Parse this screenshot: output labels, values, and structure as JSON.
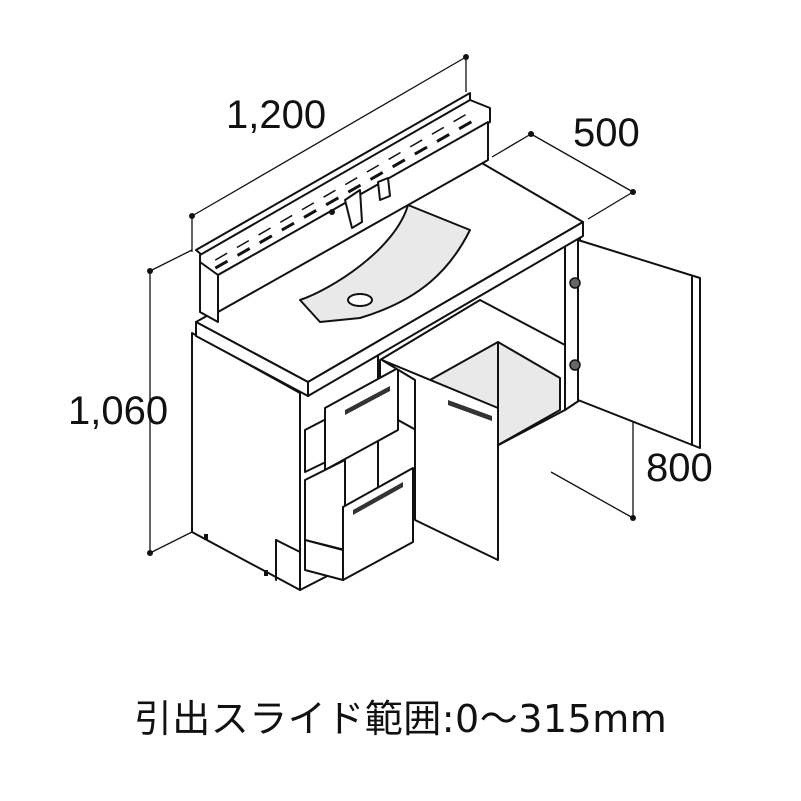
{
  "dimensions": {
    "width": "1,200",
    "depth": "500",
    "height": "1,060",
    "door_height": "800"
  },
  "caption": "引出スライド範囲:0～315mm",
  "colors": {
    "line": "#111111",
    "shade": "#e9e9e9",
    "background": "#ffffff"
  }
}
